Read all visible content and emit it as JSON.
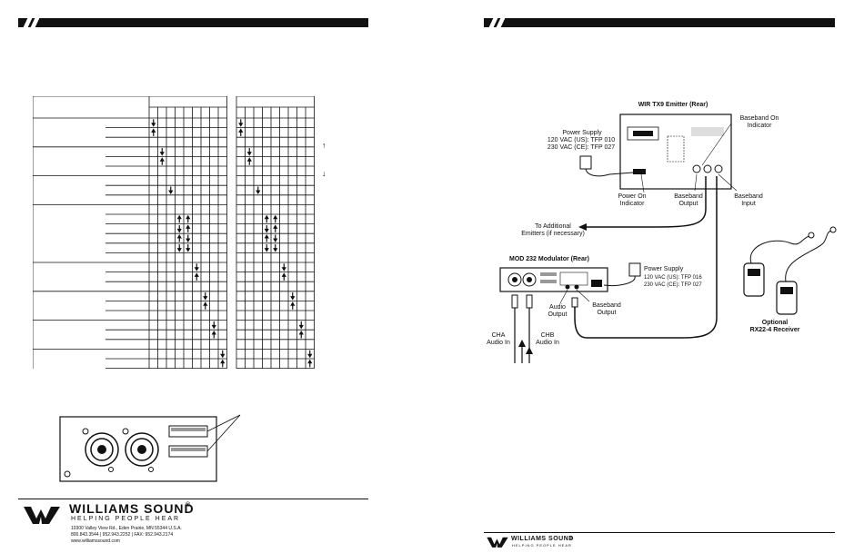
{
  "left_page": {
    "arrow_legend": [
      "↑",
      "↓"
    ],
    "brand": {
      "name": "WILLIAMS SOUND",
      "registered_mark": "®",
      "tagline": "HELPING PEOPLE HEAR",
      "address": "10300 Valley View Rd., Eden Prairie, MN 55344 U.S.A.",
      "phones": "800.843.3544 | 952.943.2252 | FAX: 952.943.2174",
      "website": "www.williamssound.com"
    }
  },
  "right_page": {
    "emitter_title": "WIR TX9 Emitter (Rear)",
    "baseband_on_indicator": [
      "Baseband On",
      "Indicator"
    ],
    "power_supply_1": [
      "Power Supply",
      "120 VAC (US): TFP 010",
      "230 VAC (CE): TFP 027"
    ],
    "power_on_indicator": [
      "Power On",
      "Indicator"
    ],
    "baseband_output_1": [
      "Baseband",
      "Output"
    ],
    "baseband_input": [
      "Baseband",
      "Input"
    ],
    "additional_emitters": [
      "To Additional",
      "Emitters (if necessary)"
    ],
    "modulator_title": "MOD 232 Modulator (Rear)",
    "power_supply_2": [
      "Power Supply",
      "120 VAC (US): TFP 016",
      "230 VAC (CE): TFP 027"
    ],
    "audio_output": [
      "Audio",
      "Output"
    ],
    "baseband_output_2": [
      "Baseband",
      "Output"
    ],
    "cha_audio_in": [
      "CHA",
      "Audio In"
    ],
    "chb_audio_in": [
      "CHB",
      "Audio In"
    ],
    "receiver_label": [
      "Optional",
      "RX22-4 Receiver"
    ],
    "brand": {
      "name": "WILLIAMS SOUND",
      "registered_mark": "®",
      "tagline": "HELPING PEOPLE HEAR"
    }
  },
  "grid_arrows": {
    "left": [
      {
        "row": 1,
        "col": 0,
        "dir": "down"
      },
      {
        "row": 2,
        "col": 0,
        "dir": "up"
      },
      {
        "row": 4,
        "col": 1,
        "dir": "down"
      },
      {
        "row": 5,
        "col": 1,
        "dir": "up"
      },
      {
        "row": 8,
        "col": 2,
        "dir": "down"
      },
      {
        "row": 11,
        "col": 3,
        "dir": "up"
      },
      {
        "row": 11,
        "col": 4,
        "dir": "up"
      },
      {
        "row": 12,
        "col": 3,
        "dir": "down"
      },
      {
        "row": 12,
        "col": 4,
        "dir": "up"
      },
      {
        "row": 13,
        "col": 3,
        "dir": "up"
      },
      {
        "row": 13,
        "col": 4,
        "dir": "down"
      },
      {
        "row": 14,
        "col": 3,
        "dir": "down"
      },
      {
        "row": 14,
        "col": 4,
        "dir": "down"
      },
      {
        "row": 16,
        "col": 5,
        "dir": "down"
      },
      {
        "row": 17,
        "col": 5,
        "dir": "up"
      },
      {
        "row": 19,
        "col": 6,
        "dir": "down"
      },
      {
        "row": 20,
        "col": 6,
        "dir": "up"
      },
      {
        "row": 22,
        "col": 7,
        "dir": "down"
      },
      {
        "row": 23,
        "col": 7,
        "dir": "up"
      },
      {
        "row": 25,
        "col": 8,
        "dir": "down"
      },
      {
        "row": 26,
        "col": 8,
        "dir": "up"
      }
    ],
    "right": [
      {
        "row": 1,
        "col": 0,
        "dir": "down"
      },
      {
        "row": 2,
        "col": 0,
        "dir": "up"
      },
      {
        "row": 4,
        "col": 1,
        "dir": "down"
      },
      {
        "row": 5,
        "col": 1,
        "dir": "up"
      },
      {
        "row": 8,
        "col": 2,
        "dir": "down"
      },
      {
        "row": 11,
        "col": 3,
        "dir": "up"
      },
      {
        "row": 11,
        "col": 4,
        "dir": "up"
      },
      {
        "row": 12,
        "col": 3,
        "dir": "down"
      },
      {
        "row": 12,
        "col": 4,
        "dir": "up"
      },
      {
        "row": 13,
        "col": 3,
        "dir": "up"
      },
      {
        "row": 13,
        "col": 4,
        "dir": "down"
      },
      {
        "row": 14,
        "col": 3,
        "dir": "down"
      },
      {
        "row": 14,
        "col": 4,
        "dir": "down"
      },
      {
        "row": 16,
        "col": 5,
        "dir": "down"
      },
      {
        "row": 17,
        "col": 5,
        "dir": "up"
      },
      {
        "row": 19,
        "col": 6,
        "dir": "down"
      },
      {
        "row": 20,
        "col": 6,
        "dir": "up"
      },
      {
        "row": 22,
        "col": 7,
        "dir": "down"
      },
      {
        "row": 23,
        "col": 7,
        "dir": "up"
      },
      {
        "row": 25,
        "col": 8,
        "dir": "down"
      },
      {
        "row": 26,
        "col": 8,
        "dir": "up"
      }
    ]
  }
}
